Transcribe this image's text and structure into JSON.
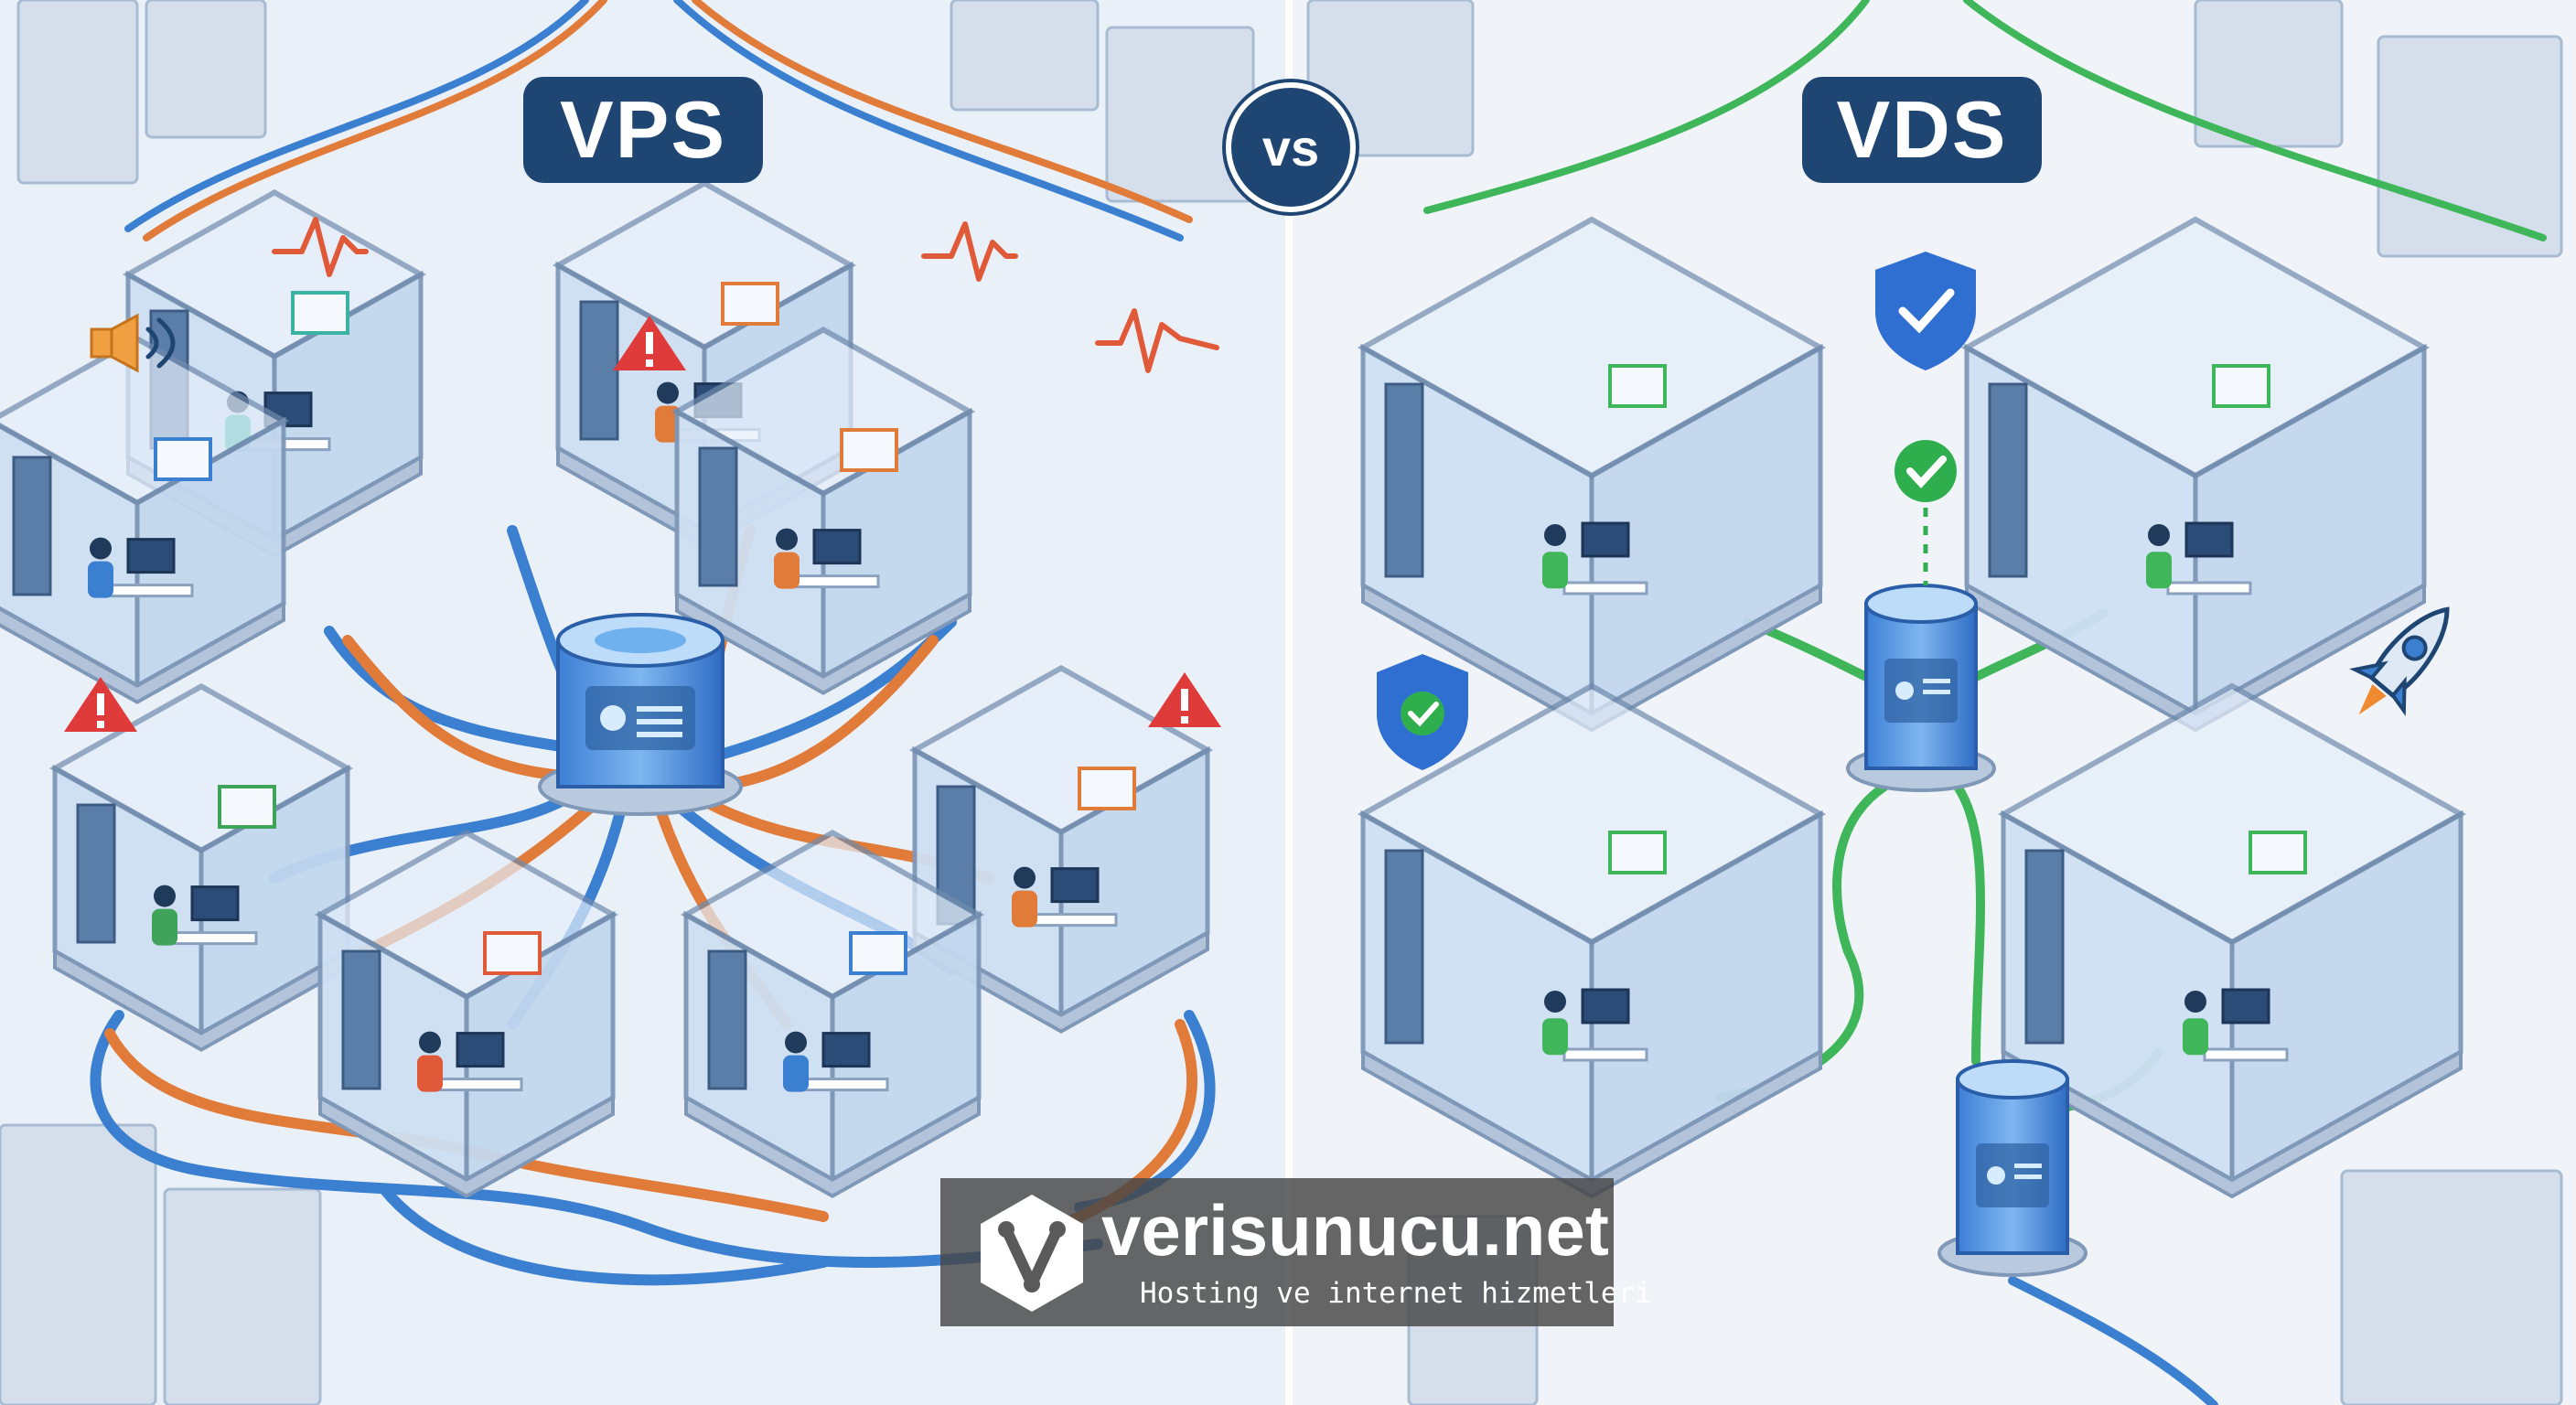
{
  "left_panel": {
    "title": "VPS"
  },
  "right_panel": {
    "title": "VDS"
  },
  "vs_label": "vs",
  "watermark": {
    "brand": "verisunucu.net",
    "tagline": "Hosting ve internet hizmetleri",
    "logo_icon": "hexagon-v-logo-icon"
  },
  "colors": {
    "badge": "#1f4673",
    "vps_cable_orange": "#e07b39",
    "cable_blue": "#3b7fd0",
    "vds_cable_green": "#3fb65a",
    "alert_red": "#e03b3b",
    "check_green": "#2fae4e",
    "shield_blue": "#2f6fd1"
  },
  "icons": [
    "speaker-icon",
    "warning-icon",
    "pulse-icon",
    "shield-check-icon",
    "check-circle-icon",
    "rocket-icon",
    "database-icon"
  ]
}
